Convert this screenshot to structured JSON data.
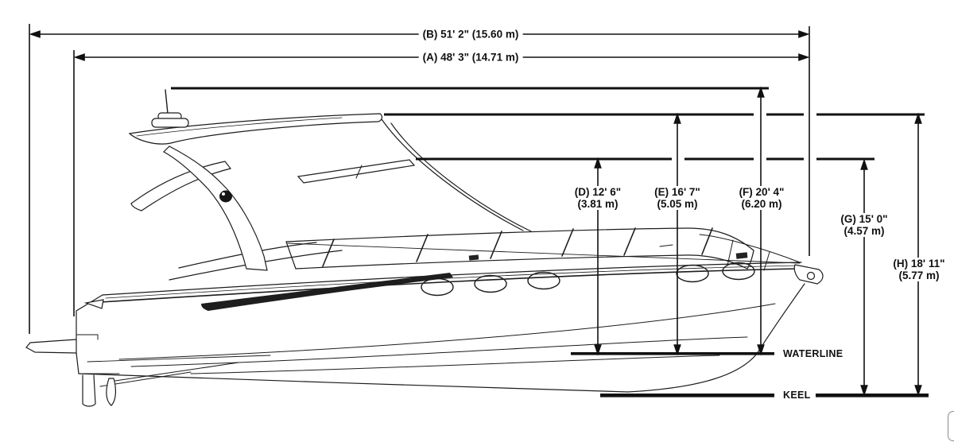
{
  "diagram": {
    "type": "boat-dimension-diagram",
    "subject": "motor yacht side profile line drawing",
    "length_dimensions": [
      {
        "id": "B",
        "label": "(B) 51' 2\" (15.60 m)"
      },
      {
        "id": "A",
        "label": "(A) 48' 3\" (14.71 m)"
      }
    ],
    "height_dimensions": [
      {
        "id": "D",
        "imperial": "(D) 12' 6\"",
        "metric": "(3.81 m)",
        "measured_to": "flybridge windscreen top, from waterline"
      },
      {
        "id": "E",
        "imperial": "(E) 16' 7\"",
        "metric": "(5.05 m)",
        "measured_to": "hardtop, from waterline"
      },
      {
        "id": "F",
        "imperial": "(F) 20' 4\"",
        "metric": "(6.20 m)",
        "measured_to": "antenna/light mast, from waterline"
      },
      {
        "id": "G",
        "imperial": "(G) 15' 0\"",
        "metric": "(4.57 m)",
        "measured_to": "windscreen top, from keel"
      },
      {
        "id": "H",
        "imperial": "(H) 18' 11\"",
        "metric": "(5.77 m)",
        "measured_to": "hardtop, from keel"
      }
    ],
    "reference_lines": {
      "waterline_label": "WATERLINE",
      "keel_label": "KEEL"
    },
    "colors": {
      "line": "#1a1a1a",
      "background": "#ffffff"
    }
  }
}
